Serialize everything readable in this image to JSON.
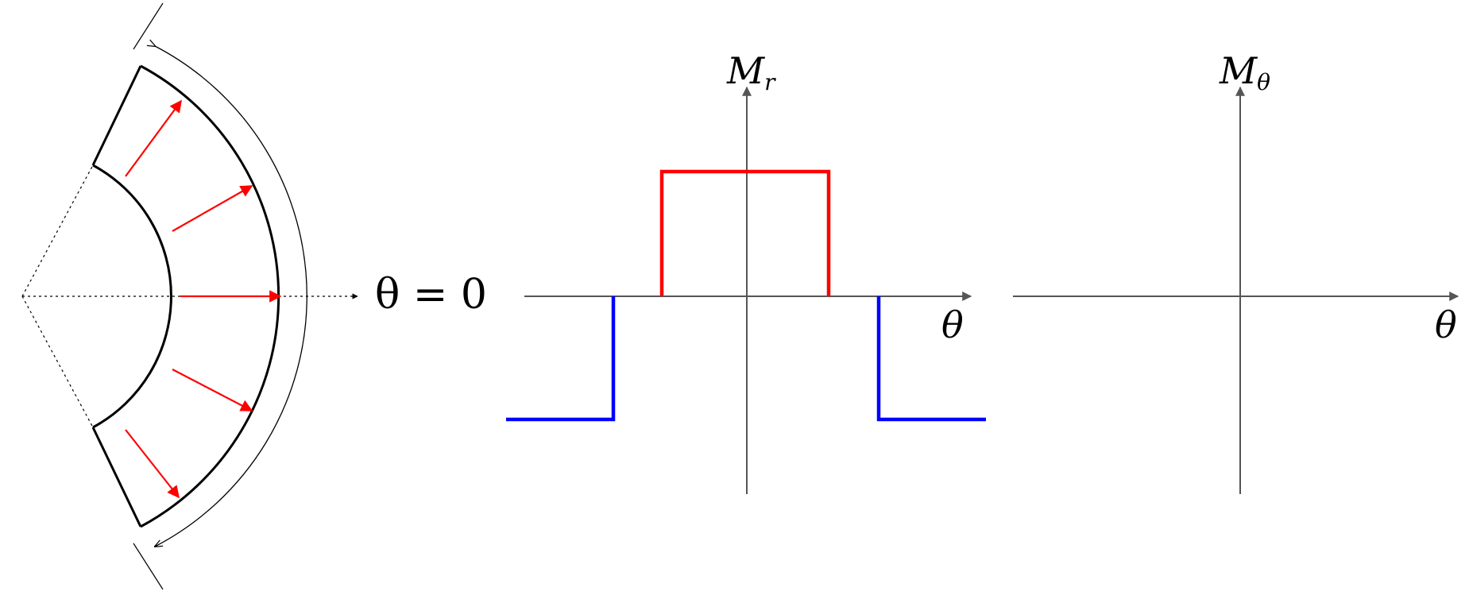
{
  "labels": {
    "theta_eq": "θ = 0",
    "mr_axis_main": "M",
    "mr_axis_sub": "r",
    "mr_x_axis": "θ",
    "mt_axis_main": "M",
    "mt_axis_sub": "θ",
    "mt_x_axis": "θ"
  },
  "colors": {
    "magnetization_arrow": "#ff0000",
    "positive_mr": "#ff0000",
    "negative_mr": "#0000ff",
    "axes": "#555555",
    "outline": "#000000"
  },
  "mr_profile": {
    "positive_level": "+",
    "negative_level": "-"
  }
}
